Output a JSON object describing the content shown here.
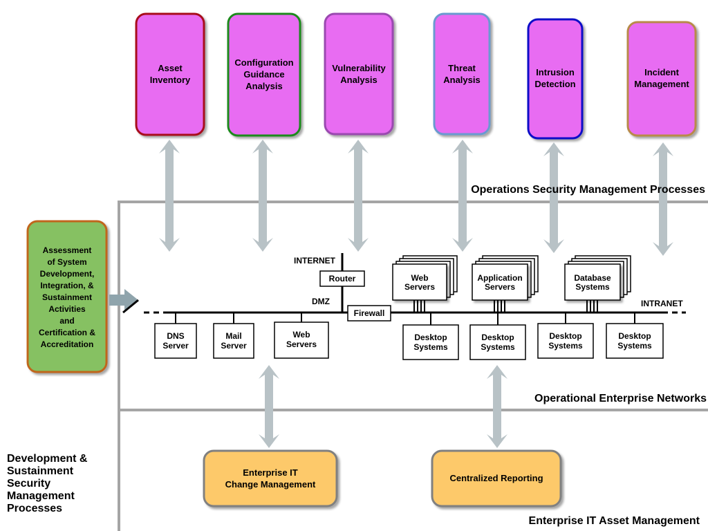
{
  "processes": [
    {
      "lines": [
        "Asset",
        "Inventory"
      ],
      "border": "#a8101c"
    },
    {
      "lines": [
        "Configuration",
        "Guidance",
        "Analysis"
      ],
      "border": "#1e8a1e"
    },
    {
      "lines": [
        "Vulnerability",
        "Analysis"
      ],
      "border": "#9a48b0"
    },
    {
      "lines": [
        "Threat",
        "Analysis"
      ],
      "border": "#6a9ad0"
    },
    {
      "lines": [
        "Intrusion",
        "Detection"
      ],
      "border": "#1010c8"
    },
    {
      "lines": [
        "Incident",
        "Management"
      ],
      "border": "#b88a48"
    }
  ],
  "colors": {
    "process_fill": "#e86cf2",
    "assessment_fill": "#86c162",
    "assessment_border": "#c0661e",
    "bottom_fill": "#fdc96a",
    "bottom_border": "#808080",
    "arrow_fill": "#b8c2c6",
    "divider": "#a5a5a5"
  },
  "sections": {
    "ops_processes": "Operations Security Management Processes",
    "enterprise_networks": "Operational Enterprise Networks",
    "asset_management": "Enterprise IT Asset Management"
  },
  "assessment": {
    "lines": [
      "Assessment",
      "of System",
      "Development,",
      "Integration, &",
      "Sustainment",
      "Activities",
      "and",
      "Certification &",
      "Accreditation"
    ]
  },
  "dev_sustainment": {
    "lines": [
      "Development &",
      "Sustainment",
      "Security",
      "Management",
      "Processes"
    ]
  },
  "network": {
    "internet": "INTERNET",
    "dmz": "DMZ",
    "intranet": "INTRANET",
    "router": "Router",
    "firewall": "Firewall",
    "dmz_hosts": [
      {
        "lines": [
          "DNS",
          "Server"
        ]
      },
      {
        "lines": [
          "Mail",
          "Server"
        ]
      },
      {
        "lines": [
          "Web",
          "Servers"
        ]
      }
    ],
    "server_stacks": [
      {
        "lines": [
          "Web",
          "Servers"
        ]
      },
      {
        "lines": [
          "Application",
          "Servers"
        ]
      },
      {
        "lines": [
          "Database",
          "Systems"
        ]
      }
    ],
    "desktops": [
      {
        "lines": [
          "Desktop",
          "Systems"
        ]
      },
      {
        "lines": [
          "Desktop",
          "Systems"
        ]
      },
      {
        "lines": [
          "Desktop",
          "Systems"
        ]
      },
      {
        "lines": [
          "Desktop",
          "Systems"
        ]
      }
    ]
  },
  "bottom_boxes": [
    {
      "lines": [
        "Enterprise IT",
        "Change Management"
      ]
    },
    {
      "lines": [
        "Centralized Reporting"
      ]
    }
  ]
}
